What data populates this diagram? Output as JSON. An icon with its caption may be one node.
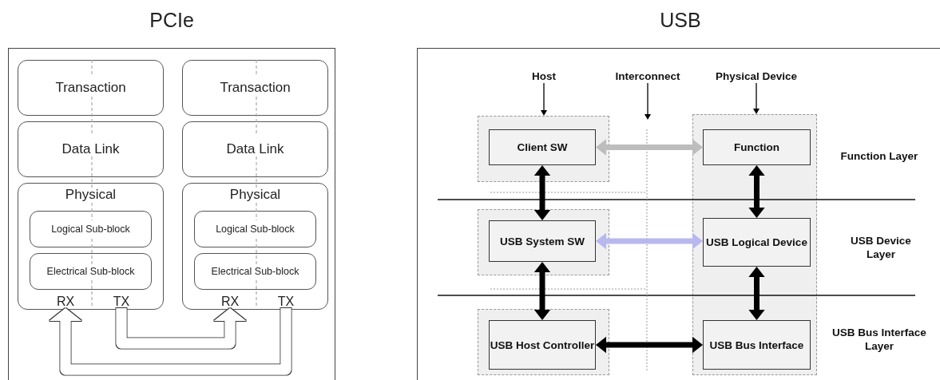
{
  "diagram": {
    "nodes": [
      {
        "text": [
          "PCIe"
        ]
      },
      {
        "text": [
          "Transaction"
        ],
        "in": 0
      },
      {
        "text": [
          "Data Link"
        ],
        "in": 0
      },
      {
        "text": [
          "Physical"
        ],
        "in": 0
      },
      {
        "text": [
          "Logical Sub-block"
        ],
        "in": 3
      },
      {
        "text": [
          "Electrical Sub-block"
        ],
        "in": 3
      },
      {
        "text": [
          "RX"
        ],
        "in": 3
      },
      {
        "text": [
          "TX"
        ],
        "in": 3
      },
      {
        "text": [
          "Transaction"
        ],
        "in": 0
      },
      {
        "text": [
          "Data Link"
        ],
        "in": 0
      },
      {
        "text": [
          "Physical"
        ],
        "in": 0
      },
      {
        "text": [
          "Logical Sub-block"
        ],
        "in": 10
      },
      {
        "text": [
          "Electrical Sub-block"
        ],
        "in": 10
      },
      {
        "text": [
          "RX"
        ],
        "in": 10
      },
      {
        "text": [
          "TX"
        ],
        "in": 10
      },
      {
        "text": [
          "USB"
        ]
      },
      {
        "text": [
          "Host"
        ],
        "in": 15
      },
      {
        "text": [
          "Interconnect"
        ],
        "in": 15
      },
      {
        "text": [
          "Physical Device"
        ],
        "in": 15
      },
      {
        "text": [],
        "shape": "box",
        "in": 15
      },
      {
        "text": [
          "Client SW"
        ],
        "in": 19
      },
      {
        "text": [],
        "shape": "box",
        "in": 15
      },
      {
        "text": [
          "USB System SW"
        ],
        "in": 21
      },
      {
        "text": [],
        "shape": "box",
        "in": 15
      },
      {
        "text": [
          "USB Host Controller"
        ],
        "in": 23
      },
      {
        "text": [],
        "shape": "box",
        "in": 15
      },
      {
        "text": [
          "Function"
        ],
        "in": 25
      },
      {
        "text": [
          "USB Logical Device"
        ],
        "in": 25
      },
      {
        "text": [
          "USB Bus Interface"
        ],
        "in": 25
      }
    ],
    "edges": [
      {
        "from": 7,
        "to": 13,
        "arrow": "to",
        "style": "thick",
        "color": "#ffffff"
      },
      {
        "from": 14,
        "to": 6,
        "arrow": "to",
        "style": "thick",
        "color": "#ffffff"
      },
      {
        "from": 16,
        "to": 19,
        "arrow": "to"
      },
      {
        "from": 17,
        "to": null,
        "arrow": "to"
      },
      {
        "from": 18,
        "to": 25,
        "arrow": "to"
      },
      {
        "from": 20,
        "to": 26,
        "arrow": "both",
        "color": "#bdbdbd"
      },
      {
        "from": 20,
        "to": 22,
        "arrow": "both"
      },
      {
        "from": 26,
        "to": 27,
        "arrow": "both"
      },
      {
        "from": 22,
        "to": 27,
        "arrow": "both",
        "color": "#b8b8ee"
      },
      {
        "from": 22,
        "to": 24,
        "arrow": "both"
      },
      {
        "from": 27,
        "to": 28,
        "arrow": "both"
      },
      {
        "from": 24,
        "to": 28,
        "arrow": "both"
      }
    ],
    "labels": [
      "Function Layer",
      "USB Device Layer",
      "USB Bus Interface Layer"
    ]
  }
}
